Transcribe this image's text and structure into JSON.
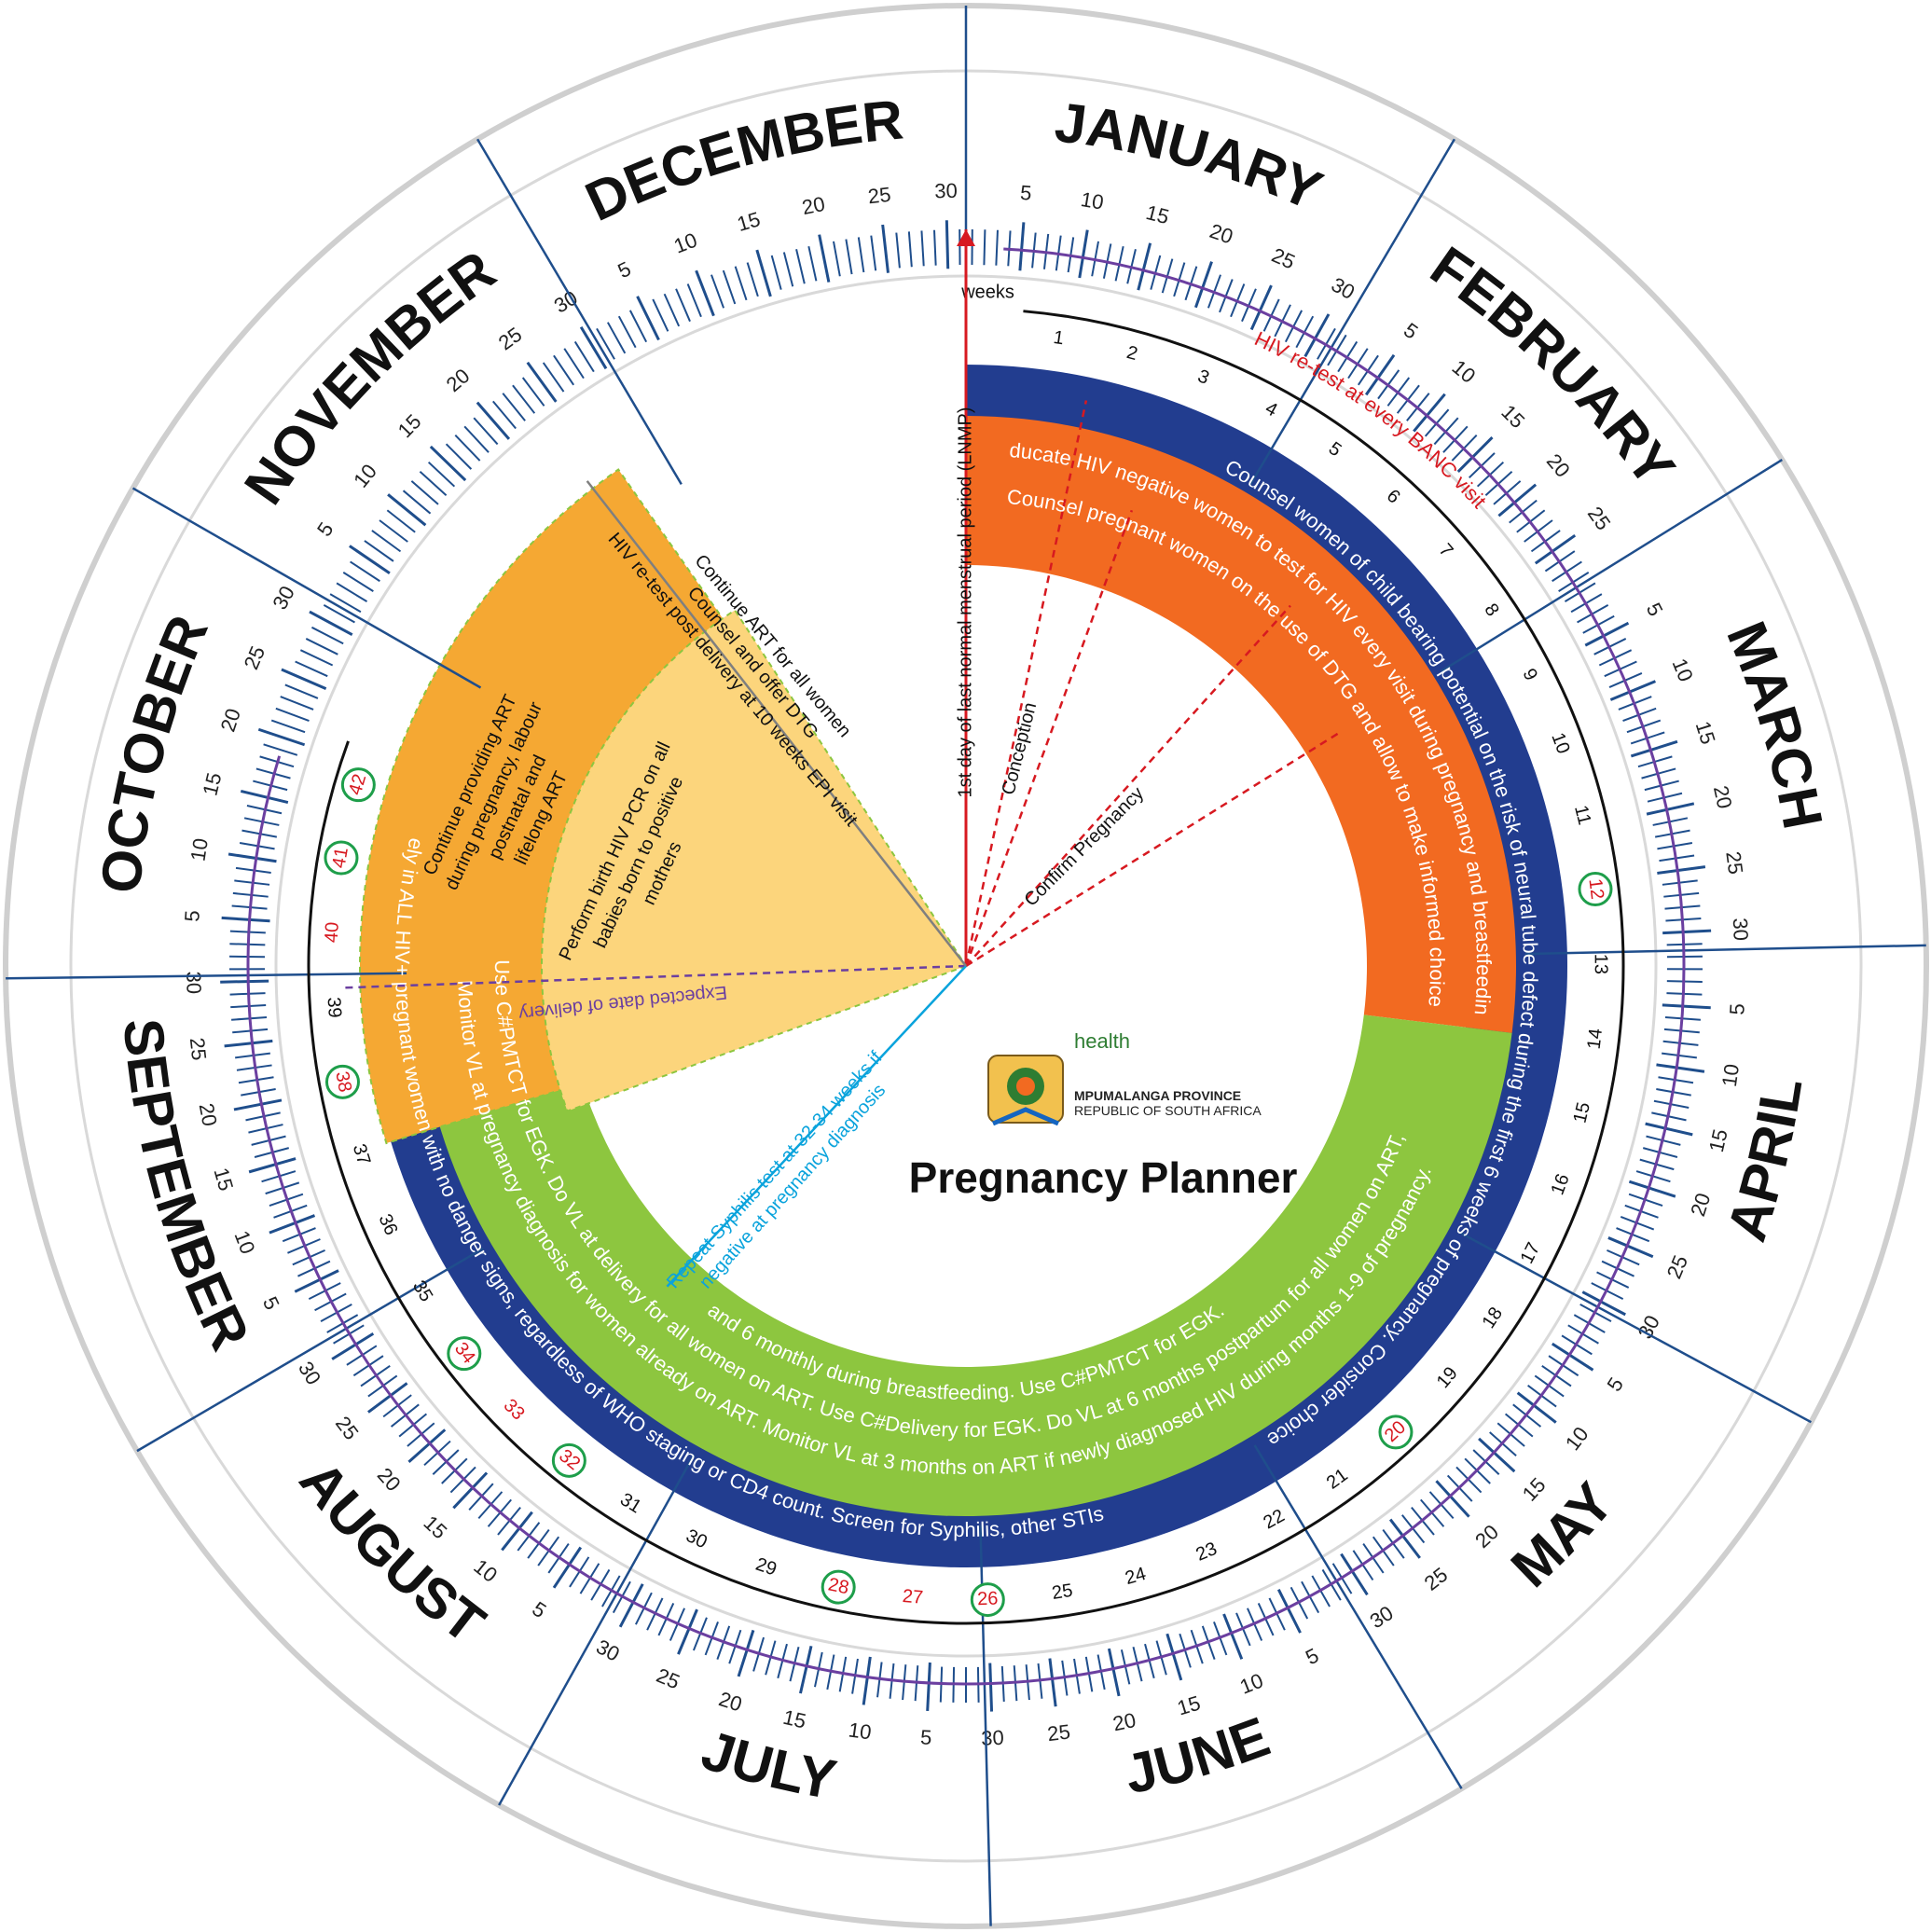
{
  "title": "Pregnancy Planner",
  "logo": {
    "word": "health",
    "province": "MPUMALANGA PROVINCE",
    "country": "REPUBLIC OF SOUTH AFRICA"
  },
  "months": [
    {
      "name": "JANUARY",
      "days": 31
    },
    {
      "name": "FEBRUARY",
      "days": 28
    },
    {
      "name": "MARCH",
      "days": 31
    },
    {
      "name": "APRIL",
      "days": 30
    },
    {
      "name": "MAY",
      "days": 31
    },
    {
      "name": "JUNE",
      "days": 30
    },
    {
      "name": "JULY",
      "days": 31
    },
    {
      "name": "AUGUST",
      "days": 31
    },
    {
      "name": "SEPTEMBER",
      "days": 30
    },
    {
      "name": "OCTOBER",
      "days": 31
    },
    {
      "name": "NOVEMBER",
      "days": 30
    },
    {
      "name": "DECEMBER",
      "days": 31
    }
  ],
  "weeks_label": "weeks",
  "weeks_total": 42,
  "visit_weeks": [
    12,
    20,
    26,
    28,
    32,
    34,
    38,
    41,
    42
  ],
  "red_weeks": [
    27,
    33,
    40
  ],
  "hiv_retest_label": "HIV re-test at every BANC visit",
  "bands": {
    "blue_upper": "Counsel women of child bearing potential on the risk of neural tube defect during the first 6 weeks of pregnancy. Consider choice",
    "blue_lower": "& initiate ART immediately in ALL HIV+ pregnant women with no danger signs, regardless of WHO staging or CD4 count. Screen for Syphilis, other STIs at pregnancy diagnosis.",
    "orange_1": "Educate HIV negative women to test for HIV every visit during pregnancy and breastfeeding",
    "orange_2": "Counsel pregnant women on the use of DTG and allow to make informed choice",
    "green_1": "Monitor VL at pregnancy diagnosis for women already on ART. Monitor VL at 3 months on ART if newly diagnosed HIV during months 1-9 of pregnancy.",
    "green_2": "Use C#PMTCT for EGK. Do VL at delivery for all women on ART. Use C#Delivery for EGK. Do VL at 6 months postpartum for all women on ART,",
    "green_3": "and 6 monthly during breastfeeding. Use C#PMTCT for EGK."
  },
  "radial_labels": {
    "lnmp": "1st day of last normal menstrual period (LNMP)",
    "conception": "Conception",
    "confirm": "Confirm Pregnancy",
    "edd": "Expected date of delivery",
    "syphilis_1": "Repeat Syphilis test at 32-34 weeks if",
    "syphilis_2": "negative at pregnancy diagnosis",
    "postnatal_1": "Continue ART for all women",
    "postnatal_2": "Counsel and offer DTG",
    "postnatal_3": "HIV re-test post delivery at 10 weeks EPI visit"
  },
  "wedge_dark": [
    "Continue providing ART",
    "during pregnancy, labour",
    "postnatal and",
    "lifelong ART"
  ],
  "wedge_light": [
    "Perform birth HIV PCR on all",
    "babies born to positive",
    "mothers"
  ],
  "colors": {
    "blue": "#223d8f",
    "orange": "#f26a21",
    "green": "#8dc63f",
    "wedge_dark": "#f5a833",
    "wedge_light": "#fcd57c",
    "purple": "#6b3fa0",
    "red": "#d71920",
    "cyan": "#0aa3dc",
    "tick": "#1f4e8c",
    "visit_circle": "#1e9e4a"
  }
}
